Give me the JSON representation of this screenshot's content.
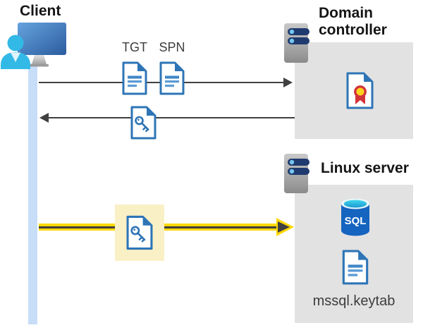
{
  "client": {
    "label": "Client"
  },
  "domain_controller": {
    "label": "Domain controller"
  },
  "linux_server": {
    "label": "Linux server",
    "sql_label": "SQL",
    "keytab_label": "mssql.keytab"
  },
  "tickets": {
    "tgt": "TGT",
    "spn": "SPN"
  },
  "colors": {
    "doc_border_blue": "#2e75b6",
    "doc_line_blue": "#5b9bd5",
    "lifeline_blue": "#c7ddf8",
    "person_cyan": "#33b9e6",
    "server_pill_navy": "#1f3a6e",
    "actor_box_gray": "#e2e2e2",
    "arrow_gray": "#404040",
    "arrow_yellow": "#ffd800",
    "highlight_yellow": "#faf0c6",
    "sql_blue": "#1564c0",
    "certificate_red": "#d13438",
    "certificate_gold": "#ffd21e"
  }
}
